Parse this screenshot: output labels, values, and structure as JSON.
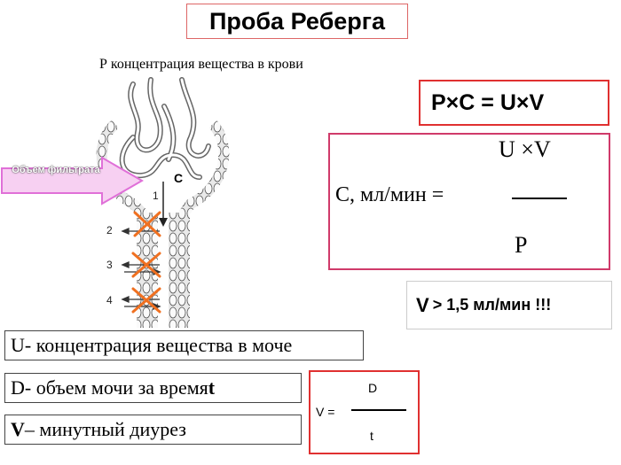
{
  "title": "Проба Реберга",
  "caption_top": "Р концентрация вещества в крови",
  "formula_main": "P×C  =  U×V",
  "formula_clearance": {
    "lhs": "С, мл/мин =",
    "numerator": "U ×V",
    "denominator": "P"
  },
  "v_note": {
    "v": "V",
    "rest": "> 1,5 мл/мин !!!"
  },
  "definitions": {
    "u": "U- концентрация вещества в моче",
    "d_prefix": "D- объем мочи за время ",
    "d_t": "t",
    "v_prefix": "V",
    "v_rest": " – минутный диурез"
  },
  "v_formula": {
    "lhs": "V =",
    "numerator": "D",
    "denominator": "t"
  },
  "diagram": {
    "filtrate_label": "Объем фильтрата",
    "c_label": "С",
    "segments": [
      "1",
      "2",
      "3",
      "4"
    ]
  },
  "colors": {
    "red_border": "#e03030",
    "pink_border": "#d03a6a",
    "arrow_fill": "#f7d0f2",
    "arrow_stroke": "#e070d8",
    "cross": "#f07020"
  }
}
